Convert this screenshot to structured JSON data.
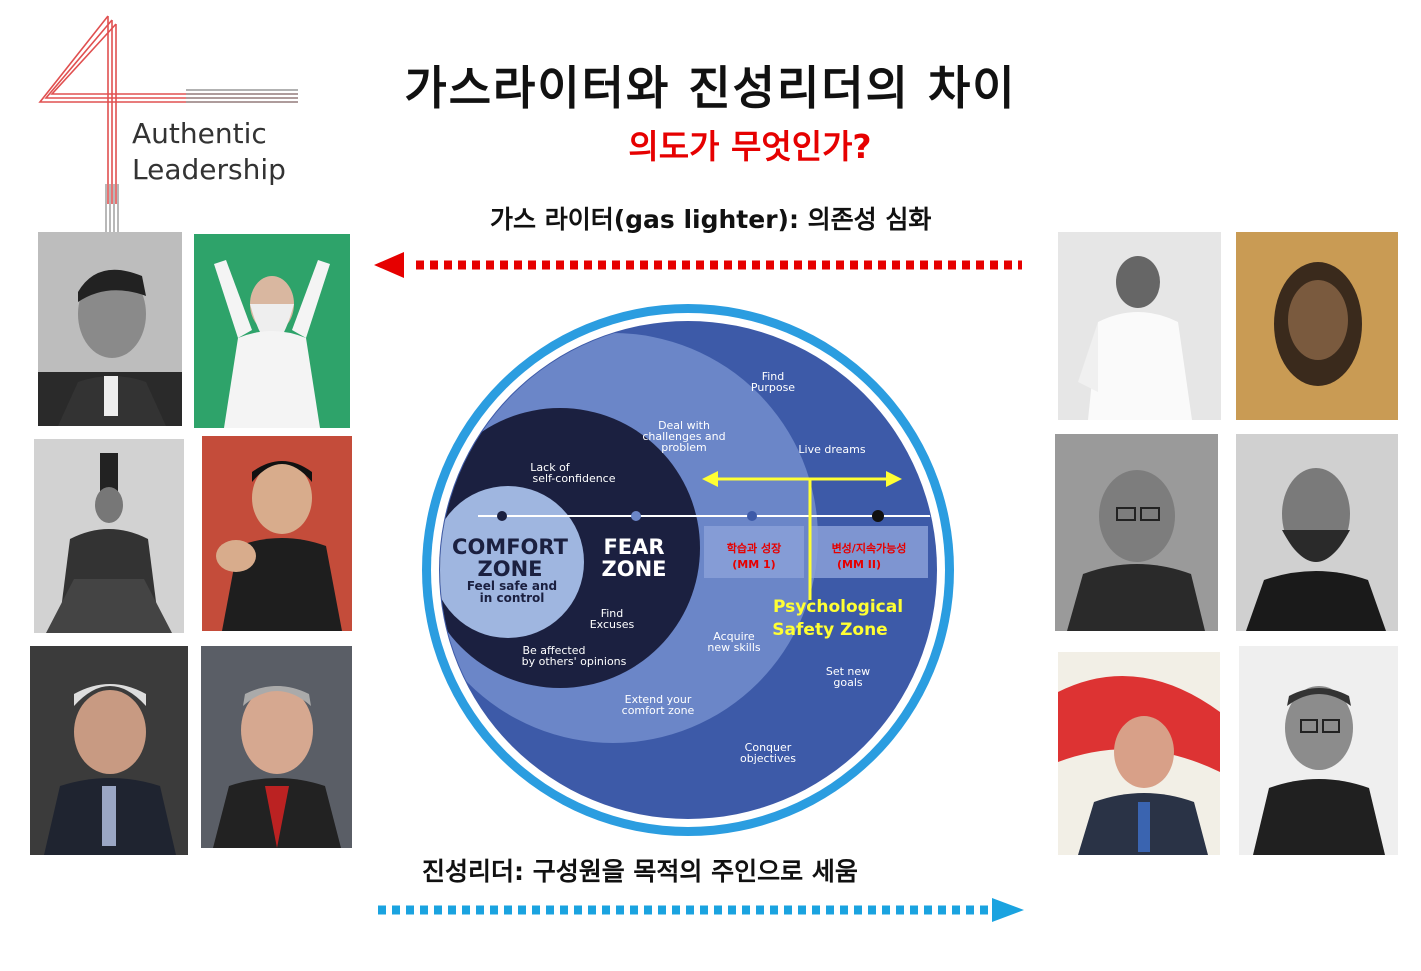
{
  "logo": {
    "numeral_icon": "four-lines-icon",
    "line1": "Authentic",
    "line2": "Leadership"
  },
  "title": "가스라이터와 진성리더의 차이",
  "subtitle": "의도가 무엇인가?",
  "gaslighter_caption": "가스 라이터(gas lighter): 의존성 심화",
  "authentic_caption": "진성리더: 구성원을 목적의 주인으로 세움",
  "colors": {
    "gaslighter_arrow": "#e60000",
    "authentic_arrow": "#1aa3e0",
    "outer_ring": "#2b9de0",
    "comfort_zone": "#9fb6e0",
    "fear_zone": "#1b2040",
    "learning_zone": "#6b86c8",
    "growth_zone": "#3d5aa8",
    "highlight": "#ffff33"
  },
  "diagram": {
    "comfort_title_1": "COMFORT",
    "comfort_title_2": "ZONE",
    "comfort_sub_1": "Feel safe and",
    "comfort_sub_2": "in control",
    "fear_title_1": "FEAR",
    "fear_title_2": "ZONE",
    "lack_1": "Lack of",
    "lack_2": "self-confidence",
    "excuses_1": "Find",
    "excuses_2": "Excuses",
    "affected_1": "Be affected",
    "affected_2": "by others' opinions",
    "deal_1": "Deal with",
    "deal_2": "challenges and",
    "deal_3": "problem",
    "acquire_1": "Acquire",
    "acquire_2": "new skills",
    "extend_1": "Extend your",
    "extend_2": "comfort zone",
    "purpose_1": "Find",
    "purpose_2": "Purpose",
    "live_dreams": "Live dreams",
    "set_goals_1": "Set new",
    "set_goals_2": "goals",
    "conquer_1": "Conquer",
    "conquer_2": "objectives",
    "box1_1": "학습과 성장",
    "box1_2": "(MM 1)",
    "box2_1": "변성/지속가능성",
    "box2_2": "(MM II)",
    "psych_1": "Psychological",
    "psych_2": "Safety Zone"
  }
}
